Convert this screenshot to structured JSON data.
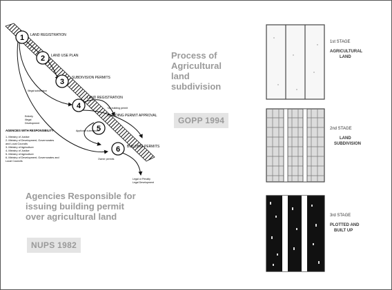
{
  "left_diagram": {
    "steps": [
      {
        "num": "1",
        "label": "LAND REGISTRATION"
      },
      {
        "num": "2",
        "label": "LAND USE PLAN"
      },
      {
        "num": "3",
        "label": "SUBDIVISION PERMITS"
      },
      {
        "num": "4",
        "label": "LAND REGISTRATION"
      },
      {
        "num": "5",
        "label": "BUILDING PERMIT APPROVAL"
      },
      {
        "num": "6",
        "label": "BUILDING PERMITS"
      }
    ],
    "annotations": {
      "illegal_subdivision": "Illegal subdivision",
      "no_building_permit": "No building permit",
      "applicant_submission": "Applicant submission",
      "owner_permits": "Owner permits",
      "legal_penalty": "Legal or Penalty",
      "legal_development": "Legal Development",
      "illegal_dev_1": "Entirely",
      "illegal_dev_2": "Illegal",
      "illegal_dev_3": "Development"
    },
    "agencies_title": "AGENCIES WITH RESPONSIBILITY",
    "agencies": [
      "1- Ministry of Justice",
      "2- Ministry of Development, Governorates",
      "   and Local Councils",
      "3- Ministry of Agriculture",
      "4- Ministry of Justice",
      "5- Ministry of Agriculture",
      "6- Ministry of Development, Governorates and",
      "   Local Councils"
    ]
  },
  "captions": {
    "left_line1": "Agencies Responsible for",
    "left_line2": "issuing building permit",
    "left_line3": "over agricultural land",
    "left_badge": "NUPS 1982",
    "right_line1": "Process of",
    "right_line2": "Agricultural",
    "right_line3": "land",
    "right_line4": "subdivision",
    "right_badge": "GOPP 1994"
  },
  "stages": [
    {
      "stage": "1st STAGE",
      "line1": "AGRICULTURAL",
      "line2": "LAND"
    },
    {
      "stage": "2nd STAGE",
      "line1": "LAND",
      "line2": "SUBDIVISION"
    },
    {
      "stage": "3rd STAGE",
      "line1": "PLOTTED AND",
      "line2": "BUILT UP"
    }
  ]
}
